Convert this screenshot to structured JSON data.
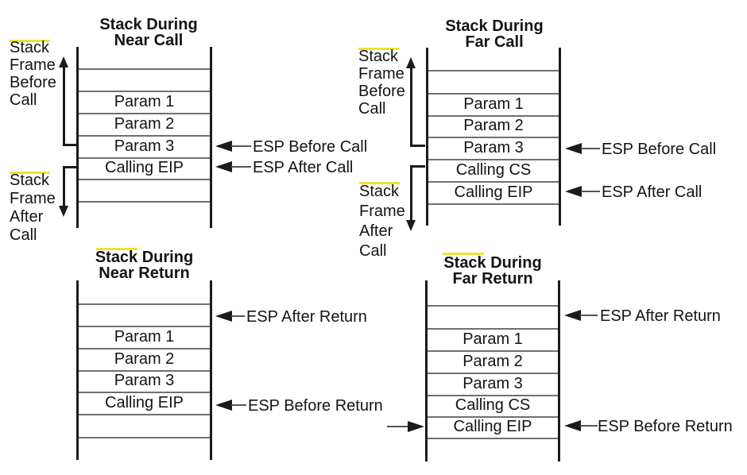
{
  "figure": {
    "colors": {
      "background": "#ffffff",
      "line": "#1b1b1b",
      "row_divider": "#707070",
      "highlight": "#eee331",
      "text": "#141414",
      "arrow_tail": "#555555"
    },
    "diagrams": {
      "near_call": {
        "title": [
          "Stack During",
          "Near Call"
        ],
        "cells": [
          "Param 1",
          "Param 2",
          "Param 3",
          "Calling EIP"
        ],
        "frame_before": [
          "Stack",
          "Frame",
          "Before",
          "Call"
        ],
        "frame_after": [
          "Stack",
          "Frame",
          "After",
          "Call"
        ],
        "esp_before": "ESP Before Call",
        "esp_after": "ESP After Call"
      },
      "far_call": {
        "title": [
          "Stack During",
          "Far Call"
        ],
        "cells": [
          "Param 1",
          "Param 2",
          "Param 3",
          "Calling CS",
          "Calling EIP"
        ],
        "frame_before": [
          "Stack",
          "Frame",
          "Before",
          "Call"
        ],
        "frame_after": [
          "Stack",
          "Frame",
          "After",
          "Call"
        ],
        "esp_before": "ESP Before Call",
        "esp_after": "ESP After Call"
      },
      "near_return": {
        "title": [
          "Stack During",
          "Near Return"
        ],
        "cells": [
          "Param 1",
          "Param 2",
          "Param 3",
          "Calling EIP"
        ],
        "esp_after": "ESP After Return",
        "esp_before": "ESP Before Return"
      },
      "far_return": {
        "title": [
          "Stack During",
          "Far Return"
        ],
        "cells": [
          "Param 1",
          "Param 2",
          "Param 3",
          "Calling CS",
          "Calling EIP"
        ],
        "esp_after": "ESP After Return",
        "esp_before": "ESP Before Return"
      }
    }
  }
}
